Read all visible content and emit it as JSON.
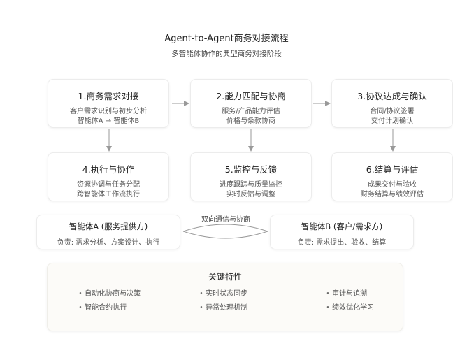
{
  "header": {
    "title": "Agent-to-Agent商务对接流程",
    "subtitle": "多智能体协作的典型商务对接阶段"
  },
  "steps": [
    {
      "title": "1.商务需求对接",
      "line1": "客户需求识别与初步分析",
      "line2": "智能体A → 智能体B"
    },
    {
      "title": "2.能力匹配与协商",
      "line1": "服务/产品能力评估",
      "line2": "价格与条款协商"
    },
    {
      "title": "3.协议达成与确认",
      "line1": "合同/协议签署",
      "line2": "交付计划确认"
    },
    {
      "title": "4.执行与协作",
      "line1": "资源协调与任务分配",
      "line2": "跨智能体工作流执行"
    },
    {
      "title": "5.监控与反馈",
      "line1": "进度跟踪与质量监控",
      "line2": "实时反馈与调整"
    },
    {
      "title": "6.结算与评估",
      "line1": "成果交付与验收",
      "line2": "财务结算与绩效评估"
    }
  ],
  "agents": {
    "a": {
      "name": "智能体A (服务提供方)",
      "duty": "负责: 需求分析、方案设计、执行"
    },
    "b": {
      "name": "智能体B (客户/需求方)",
      "duty": "负责: 需求提出、验收、结算"
    },
    "link_label": "双向通信与协商"
  },
  "features": {
    "title": "关键特性",
    "items": [
      "• 自动化协商与决策",
      "• 实时状态同步",
      "• 审计与追溯",
      "• 智能合约执行",
      "• 异常处理机制",
      "• 绩效优化学习"
    ]
  },
  "colors": {
    "arrow": "#999999",
    "box_border": "#ececec",
    "features_bg": "#fcfbf8"
  }
}
